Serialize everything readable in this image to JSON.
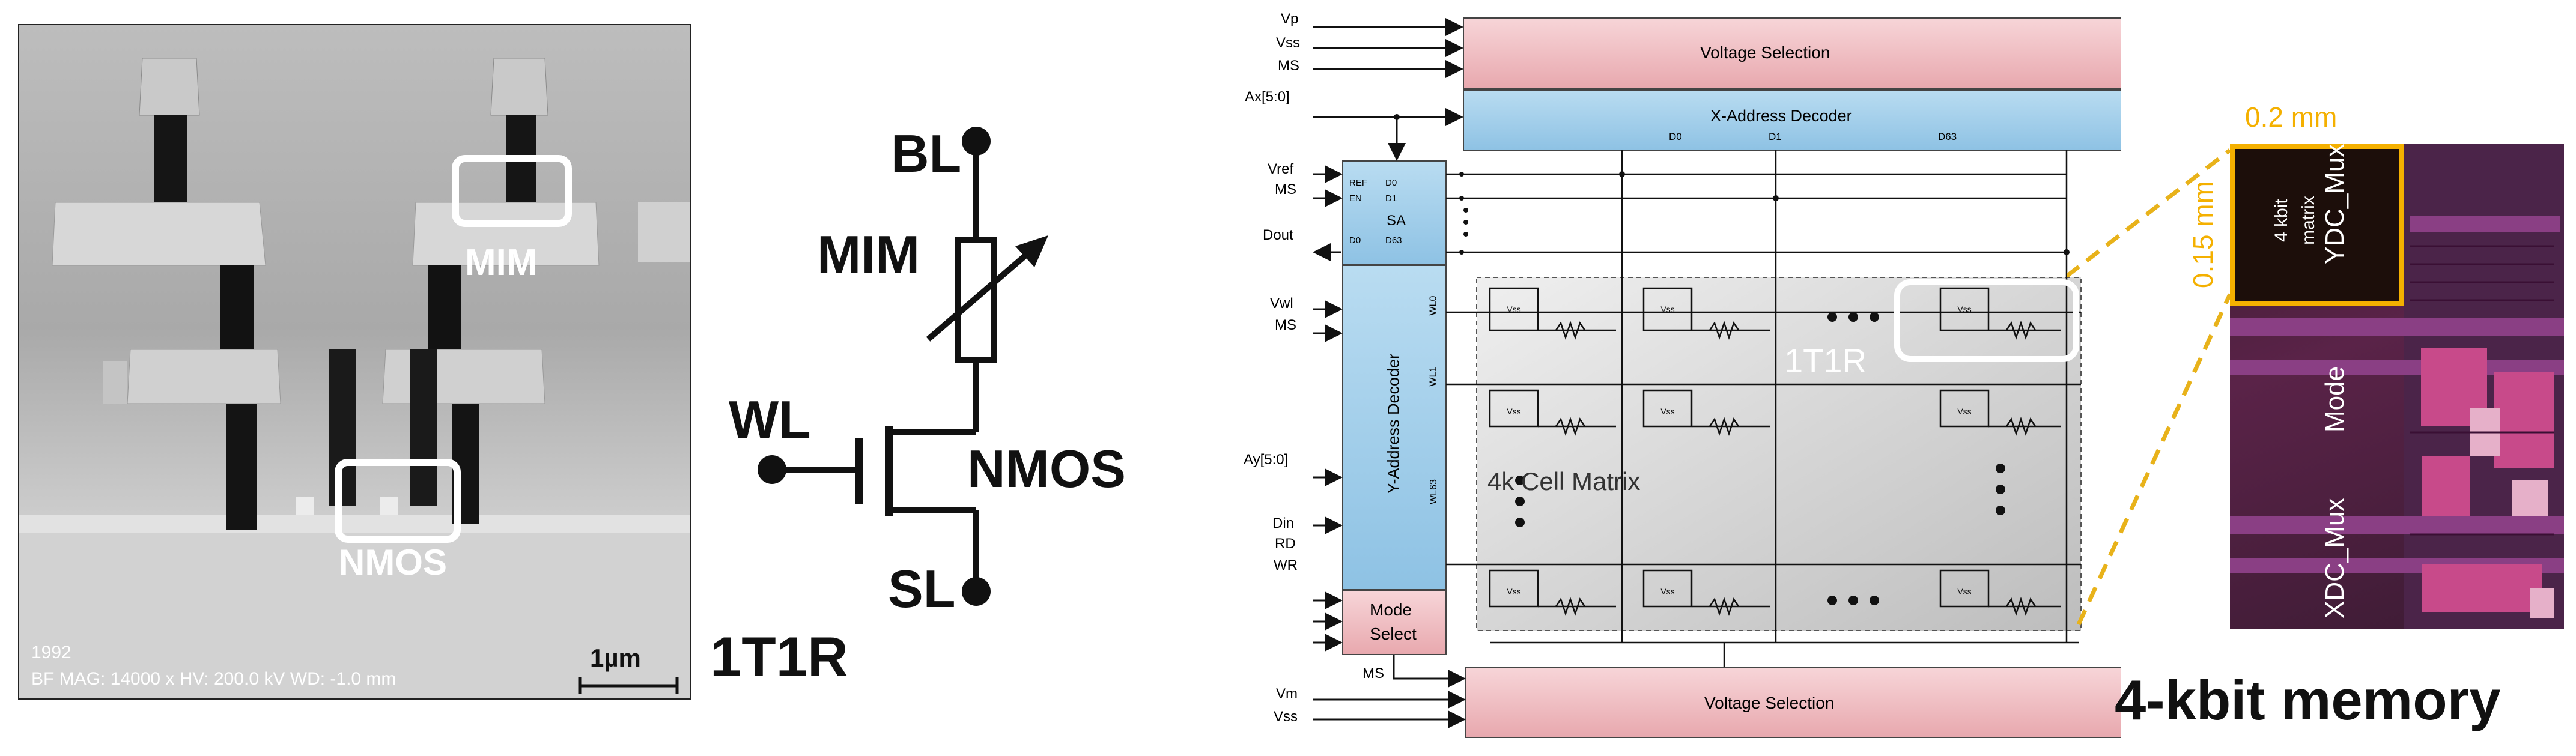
{
  "sem_image": {
    "mim_label": "MIM",
    "nmos_label": "NMOS",
    "meta_id": "1992",
    "meta_line": "BF  MAG: 14000 x  HV: 200.0 kV  WD: -1.0 mm",
    "scale_bar": "1µm"
  },
  "caption_1t1r": "1T1R",
  "schematic": {
    "bl": "BL",
    "mim": "MIM",
    "wl": "WL",
    "nmos": "NMOS",
    "sl": "SL"
  },
  "block_diagram": {
    "left_pins": {
      "vp": "Vp",
      "vss_top": "Vss",
      "ms_top": "MS",
      "ax": "Ax[5:0]",
      "vref": "Vref",
      "ms_sa": "MS",
      "dout": "Dout",
      "vwl": "Vwl",
      "ms_y": "MS",
      "ay": "Ay[5:0]",
      "din": "Din",
      "rd": "RD",
      "wr": "WR",
      "vm": "Vm",
      "vss_bottom": "Vss"
    },
    "voltage_selection_top": "Voltage Selection",
    "x_decoder": "X-Address Decoder",
    "x_outputs": [
      "D0",
      "D1",
      "D63"
    ],
    "sa": {
      "title": "SA",
      "ports": [
        "REF",
        "EN",
        "D0",
        "D0",
        "D1",
        "D63"
      ]
    },
    "y_decoder": "Y-Address Decoder",
    "y_outputs": [
      "WL0",
      "WL1",
      "WL63"
    ],
    "mode_select": [
      "Mode",
      "Select"
    ],
    "ms_out": "MS",
    "voltage_selection_bottom": "Voltage Selection",
    "cell_matrix": "4k Cell  Matrix",
    "cell_1t1r": "1T1R",
    "vss_cell": "Vss"
  },
  "die_photo": {
    "width_dim": "0.2 mm",
    "height_dim": "0.15 mm",
    "matrix_label": [
      "4 kbit",
      "matrix"
    ],
    "ydc_mux": "YDC_Mux",
    "mode": "Mode",
    "xdc_mux": "XDC_Mux"
  },
  "caption_memory": "4-kbit memory",
  "colors": {
    "voltage_selection": "#f2c0c6",
    "decoder_blue": "#9fcbe8",
    "mode_select": "#f0b9bd",
    "highlight_white": "#ffffff",
    "die_orange": "#f4b000",
    "dashed_yellow": "#e8b21a"
  }
}
